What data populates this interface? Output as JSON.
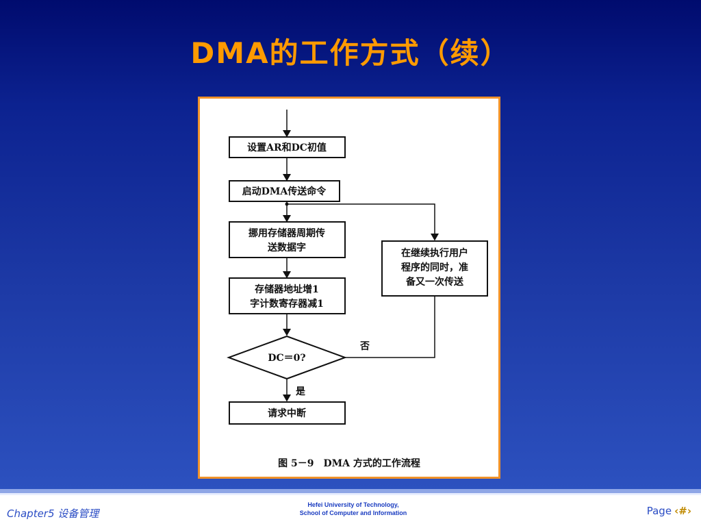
{
  "slide": {
    "title": "DMA的工作方式（续）"
  },
  "flowchart": {
    "steps": {
      "init": "设置AR和DC初值",
      "start": "启动DMA传送命令",
      "steal_line1": "挪用存储器周期传",
      "steal_line2": "送数据字",
      "update_line1": "存储器地址增1",
      "update_line2": "字计数寄存器减1",
      "decision": "DC＝0?",
      "interrupt": "请求中断",
      "parallel_line1": "在继续执行用户",
      "parallel_line2": "程序的同时，准",
      "parallel_line3": "备又一次传送"
    },
    "branch_no": "否",
    "branch_yes": "是",
    "caption": "图 5－9　DMA 方式的工作流程"
  },
  "footer": {
    "chapter": "Chapter5 设备管理",
    "university_line1": "Hefei University of Technology,",
    "university_line2": "School of Computer and Information",
    "page_label": "Page",
    "page_number": "‹#›"
  }
}
